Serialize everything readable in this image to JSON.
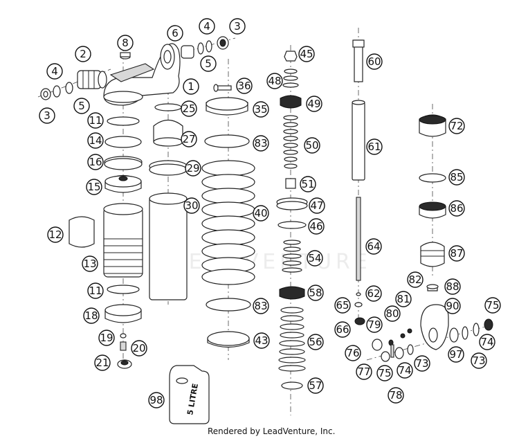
{
  "watermark": "LEADVENTURE",
  "footer": "Rendered by LeadVenture, Inc.",
  "can_label": "5 LITRE",
  "callouts": [
    "1",
    "2",
    "3",
    "4",
    "5",
    "6",
    "8",
    "11",
    "12",
    "13",
    "14",
    "15",
    "16",
    "18",
    "19",
    "20",
    "21",
    "25",
    "27",
    "29",
    "30",
    "35",
    "36",
    "40",
    "43",
    "45",
    "46",
    "47",
    "48",
    "49",
    "50",
    "51",
    "54",
    "56",
    "57",
    "58",
    "60",
    "61",
    "62",
    "64",
    "65",
    "66",
    "72",
    "73",
    "74",
    "75",
    "76",
    "77",
    "78",
    "79",
    "80",
    "81",
    "82",
    "83",
    "85",
    "86",
    "87",
    "88",
    "90",
    "97",
    "98"
  ]
}
